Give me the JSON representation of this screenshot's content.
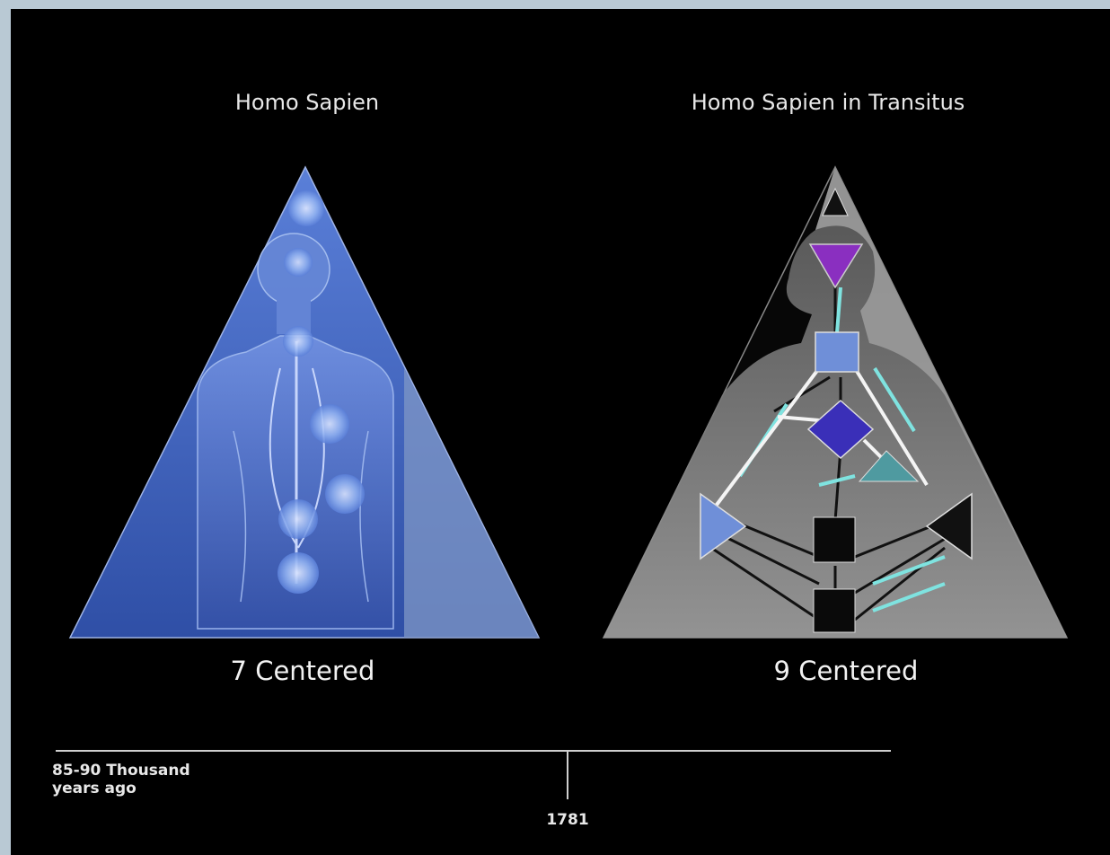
{
  "left_panel": {
    "title": "Homo Sapien",
    "caption": "7 Centered"
  },
  "right_panel": {
    "title": "Homo Sapien in Transitus",
    "caption": "9 Centered"
  },
  "timeline": {
    "start_label_line1": "85-90 Thousand",
    "start_label_line2": "years ago",
    "mark_label": "1781"
  },
  "colors": {
    "background": "#000000",
    "left_triangle": "#3c5fb0",
    "right_triangle": "#8a8a8a",
    "head_center": "#8a2fc0",
    "g_center": "#3a2fb8",
    "channel_highlight": "#7fe3e0"
  }
}
